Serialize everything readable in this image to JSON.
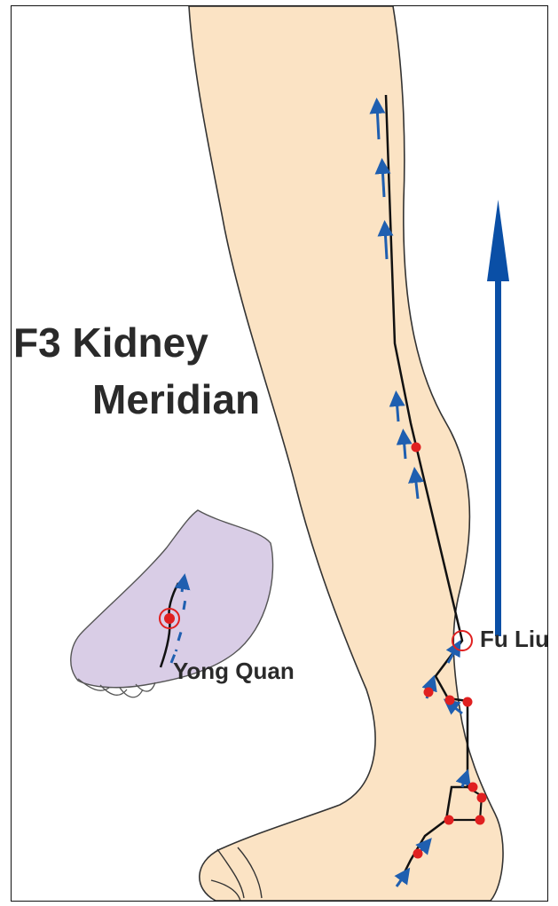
{
  "title": {
    "line1": "F3 Kidney",
    "line2": "Meridian"
  },
  "labels": {
    "yong_quan": "Yong Quan",
    "fu_liu": "Fu Liu"
  },
  "colors": {
    "leg_skin": "#fbe3c4",
    "foot_sole": "#d9cde6",
    "meridian_line": "#111111",
    "flow_arrows": "#1f5fb0",
    "acupoint": "#e02020",
    "big_arrow": "#0a4fa6"
  },
  "icons": {
    "flow": "blue-upward-arrow",
    "point": "red-dot",
    "key_point": "red-ring-target"
  }
}
